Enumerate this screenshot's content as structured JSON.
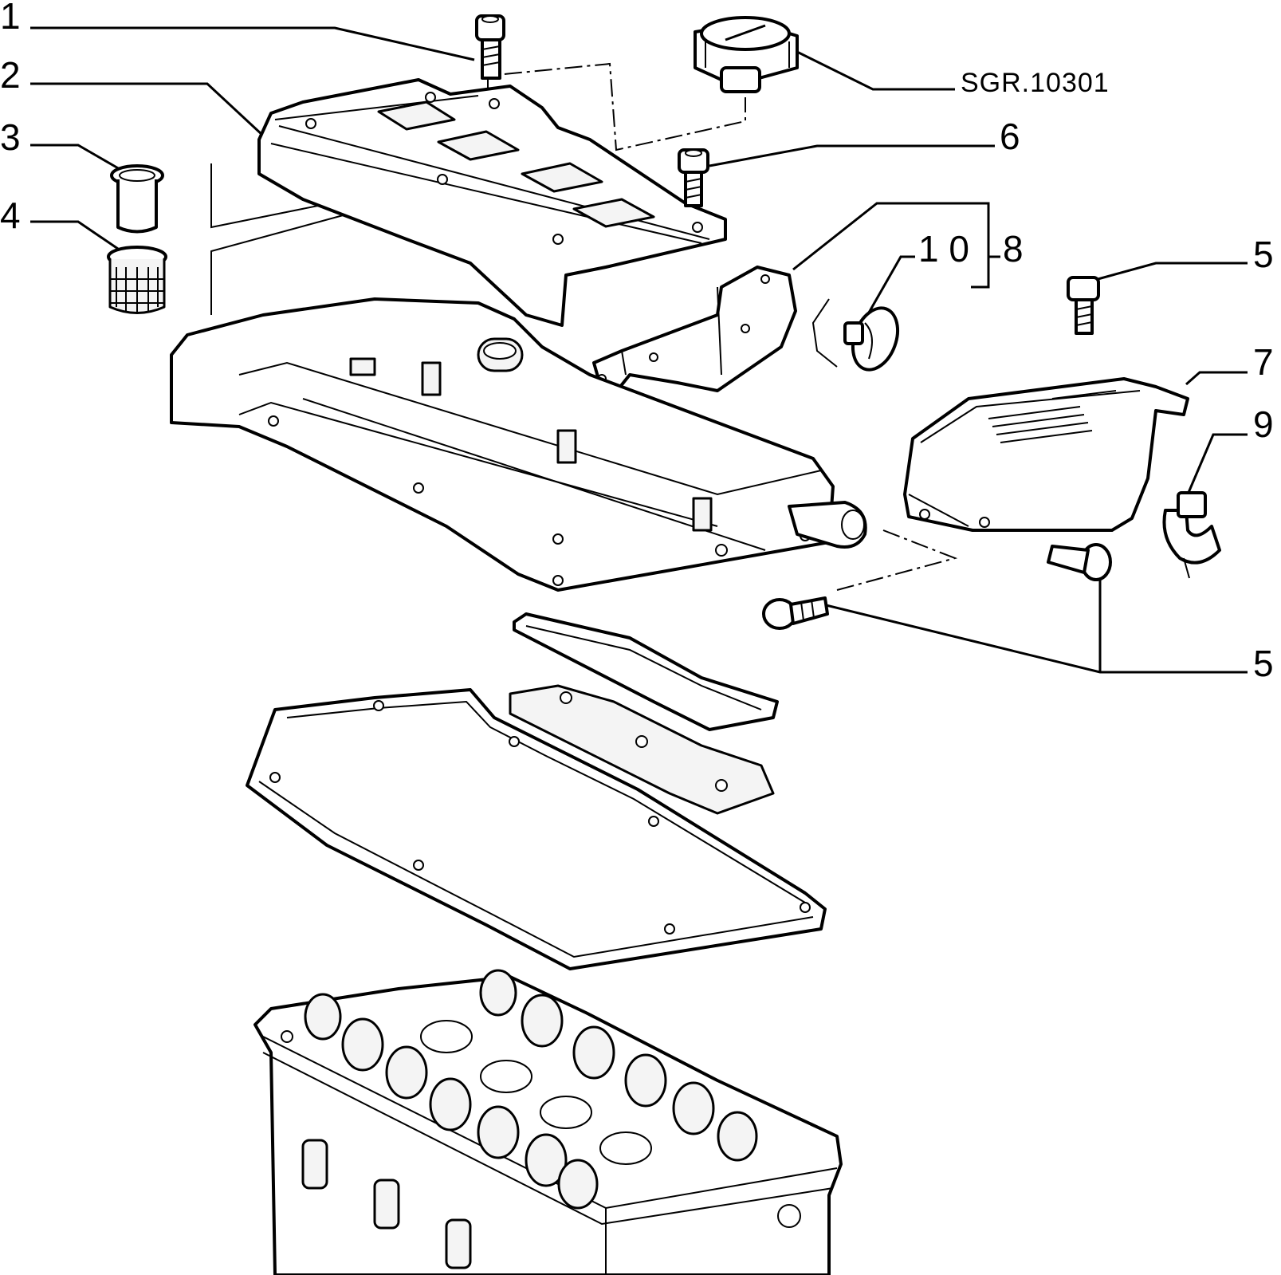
{
  "callouts": {
    "c1": "1",
    "c2": "2",
    "c3": "3",
    "c4": "4",
    "c5_top": "5",
    "c5_bottom": "5",
    "c6": "6",
    "c7": "7",
    "c8": "8",
    "c9": "9",
    "c10": "1 0"
  },
  "reference_code": "SGR.10301"
}
